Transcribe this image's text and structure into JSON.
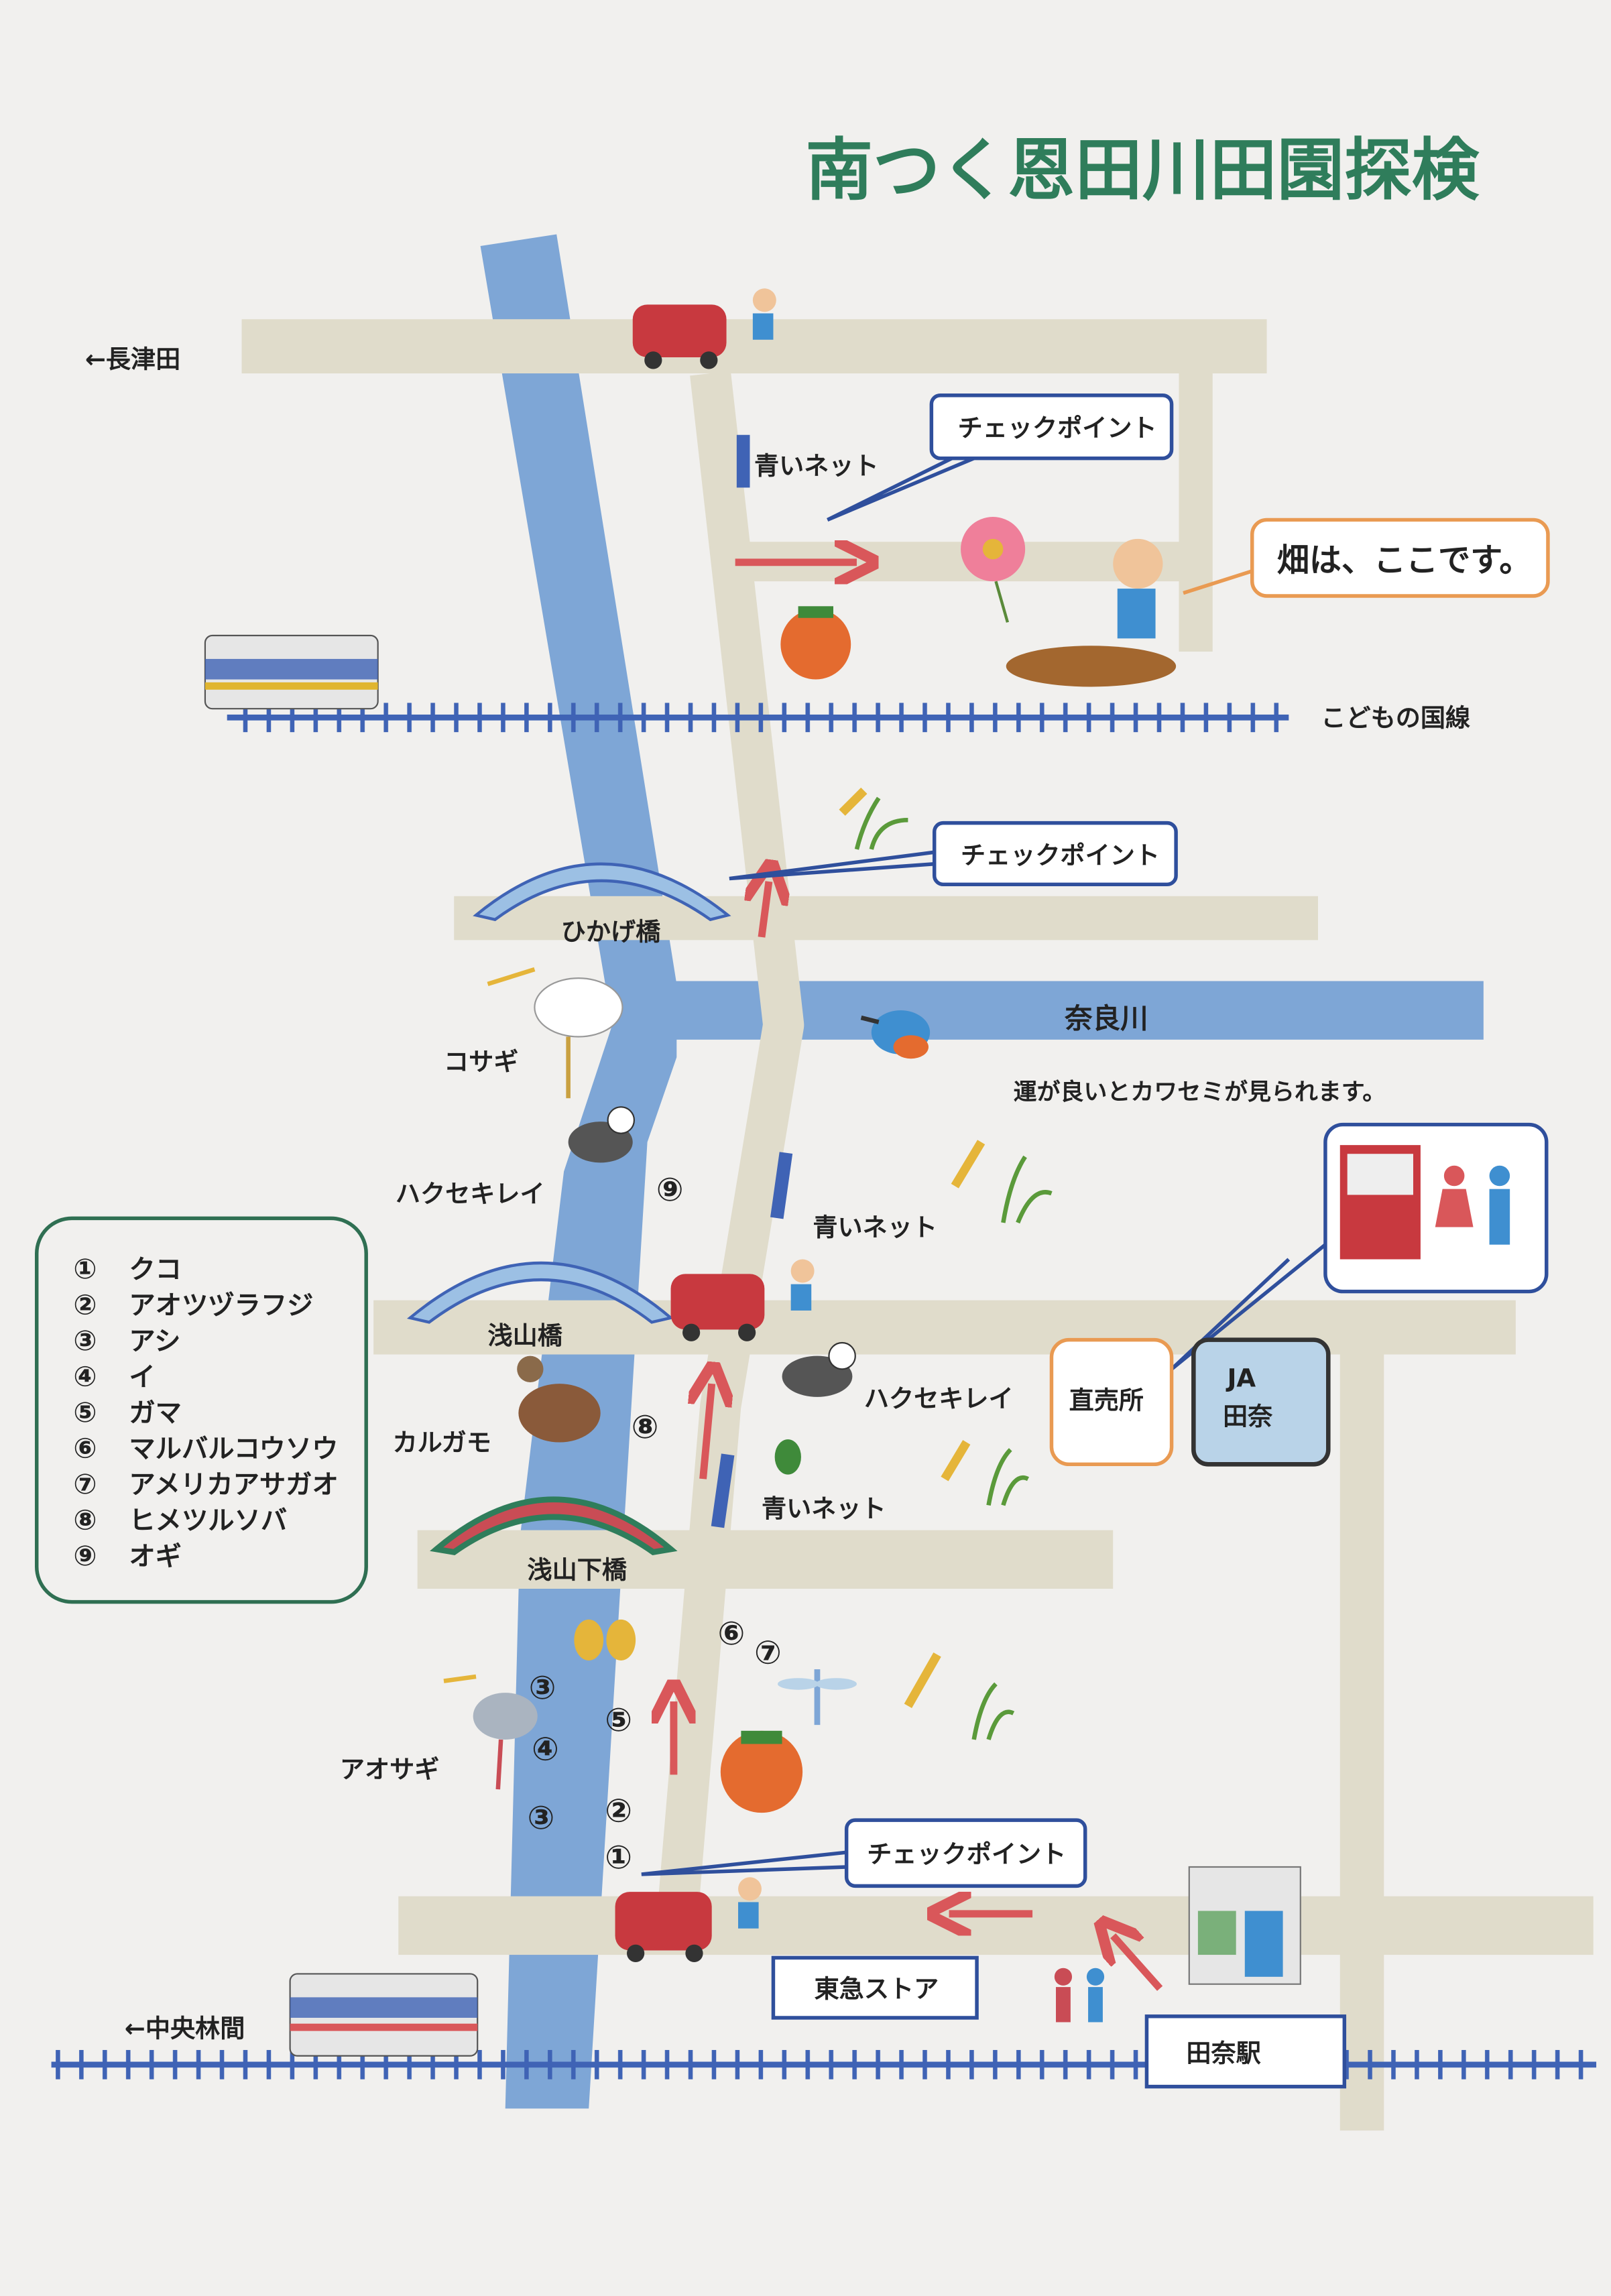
{
  "title": "南つく恩田川田園探検",
  "colors": {
    "title": "#2f7d5b",
    "river": "#7ea6d6",
    "road": "#e0dccb",
    "rail": "#3f63b5",
    "arrow": "#d9575a",
    "callout_blue": "#2f4f9c",
    "callout_orange": "#e99a52",
    "legend_border": "#2f6f52"
  },
  "places": {
    "nagatsuta": "←長津田",
    "chuorinkan": "←中央林間",
    "kodomonokuni_line": "こどもの国線",
    "narakawa": "奈良川",
    "hikage_bridge": "ひかげ橋",
    "asayama_bridge": "浅山橋",
    "asayama_shita_bridge": "浅山下橋",
    "tana_station": "田奈駅",
    "tokyu_store": "東急ストア",
    "chokubaijo": "直売所",
    "ja_line1": "JA",
    "ja_line2": "田奈"
  },
  "callouts": {
    "checkpoint_top": "チェックポイント",
    "checkpoint_middle": "チェックポイント",
    "checkpoint_bottom": "チェックポイント",
    "field": "畑は、ここです。"
  },
  "labels": {
    "blue_net_1": "青いネット",
    "blue_net_2": "青いネット",
    "blue_net_3": "青いネット",
    "kosagi": "コサギ",
    "kingfisher_note": "運が良いとカワセミが見られます。",
    "hakusekirei_1": "ハクセキレイ",
    "hakusekirei_2": "ハクセキレイ",
    "karugamo": "カルガモ",
    "aosagi": "アオサギ"
  },
  "map_markers": [
    "⑨",
    "⑧",
    "⑥",
    "⑦",
    "③",
    "⑤",
    "④",
    "③",
    "②",
    "①"
  ],
  "legend": [
    {
      "num": "①",
      "name": "クコ"
    },
    {
      "num": "②",
      "name": "アオツヅラフジ"
    },
    {
      "num": "③",
      "name": "アシ"
    },
    {
      "num": "④",
      "name": "イ"
    },
    {
      "num": "⑤",
      "name": "ガマ"
    },
    {
      "num": "⑥",
      "name": "マルバルコウソウ"
    },
    {
      "num": "⑦",
      "name": "アメリカアサガオ"
    },
    {
      "num": "⑧",
      "name": "ヒメツルソバ"
    },
    {
      "num": "⑨",
      "name": "オギ"
    }
  ]
}
